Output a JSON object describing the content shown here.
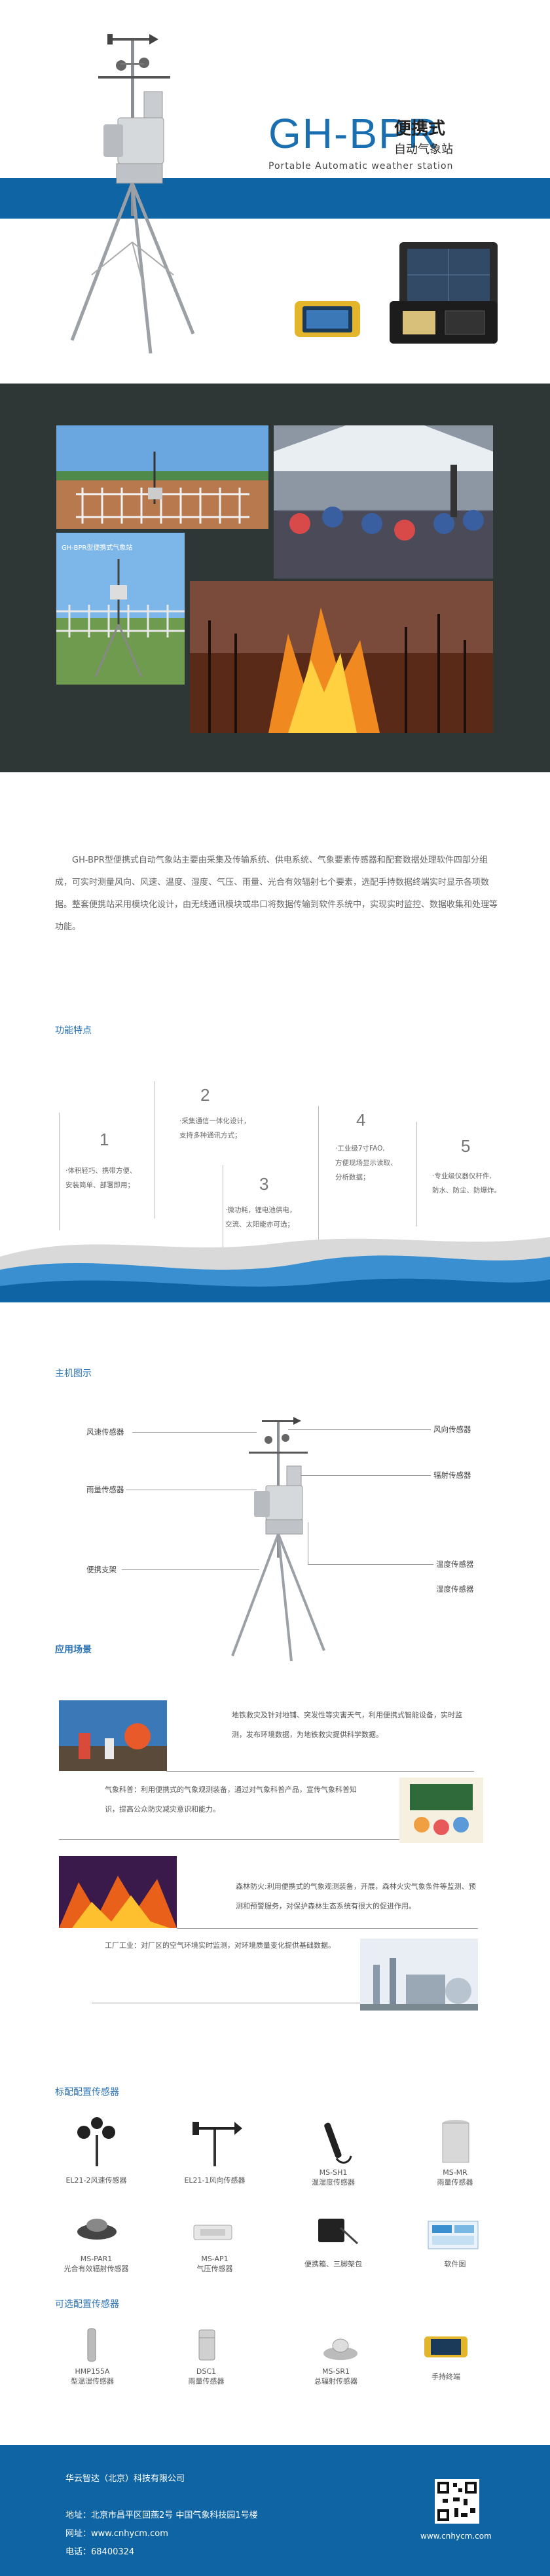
{
  "hero": {
    "model": "GH-BPR",
    "cn_title": "便携式",
    "cn_subtitle": "自动气象站",
    "en_subtitle": "Portable Automatic weather station"
  },
  "gallery": {
    "caption": "GH-BPR型便携式气象站"
  },
  "intro": "GH-BPR型便携式自动气象站主要由采集及传输系统、供电系统、气象要素传感器和配套数据处理软件四部分组成，可实时测量风向、风速、温度、湿度、气压、雨量、光合有效辐射七个要素，选配手持数据终端实时显示各项数据。整套便携站采用模块化设计，由无线通讯模块或串口将数据传输到软件系统中，实现实时监控、数据收集和处理等功能。",
  "features": {
    "title": "功能特点",
    "items": [
      {
        "num": "1",
        "lines": [
          "·体积轻巧、携带方便、",
          "安装简单、部署即用；"
        ]
      },
      {
        "num": "2",
        "lines": [
          "·采集通信一体化设计，",
          "支持多种通讯方式；"
        ]
      },
      {
        "num": "3",
        "lines": [
          "·微功耗，锂电池供电，",
          "交流、太阳能亦可选；"
        ]
      },
      {
        "num": "4",
        "lines": [
          "·工业级7寸FAO,",
          "方便现场显示读取、",
          "分析数据；"
        ]
      },
      {
        "num": "5",
        "lines": [
          "·专业级仪器仪杆件,",
          "防水、防尘、防爆炸。"
        ]
      }
    ]
  },
  "diagram": {
    "title": "主机图示",
    "labels": {
      "wind_speed": "风速传感器",
      "rain": "雨量传感器",
      "tripod": "便携支架",
      "wind_dir": "风向传感器",
      "radiation": "辐射传感器",
      "temp": "温度传感器",
      "humidity": "湿度传感器"
    }
  },
  "applications": {
    "title": "应用场景",
    "items": [
      "地铁救灾及针对地铺、突发性等灾害天气，利用便携式智能设备，实时监测，发布环境数据，为地铁救灾提供科学数据。",
      "气象科普：利用便携式的气象观测装备，通过对气象科普产品，宣传气象科普知识，提高公众防灾减灾意识和能力。",
      "森林防火:利用便携式的气象观测装备，开展，森林火灾气象条件等监测、预测和预警服务，对保护森林生态系统有很大的促进作用。",
      "工厂工业：对厂区的空气环境实时监测，对环境质量变化提供基础数据。"
    ]
  },
  "standard": {
    "title": "标配配置传感器",
    "items": [
      [
        "EL21-2风速传感器"
      ],
      [
        "EL21-1风向传感器"
      ],
      [
        "MS-SH1",
        "温湿度传感器"
      ],
      [
        "MS-MR",
        "雨量传感器"
      ],
      [
        "MS-PAR1",
        "光合有效辐射传感器"
      ],
      [
        "MS-AP1",
        "气压传感器"
      ],
      [
        "便携箱、三脚架包"
      ],
      [
        "软件图"
      ]
    ]
  },
  "optional": {
    "title": "可选配置传感器",
    "items": [
      [
        "HMP155A",
        "型温湿传感器"
      ],
      [
        "DSC1",
        "雨量传感器"
      ],
      [
        "MS-SR1",
        "总辐射传感器"
      ],
      [
        "手持终端"
      ]
    ]
  },
  "footer": {
    "company": "华云智达（北京）科技有限公司",
    "address": "地址：北京市昌平区回燕2号 中国气象科技园1号楼",
    "website_line": "网址：www.cnhycm.com",
    "phone": "电话：68400324",
    "website": "www.cnhycm.com"
  },
  "colors": {
    "brand_blue": "#0f64a3",
    "title_blue": "#1a6fb0",
    "gallery_bg": "#2f3636"
  }
}
